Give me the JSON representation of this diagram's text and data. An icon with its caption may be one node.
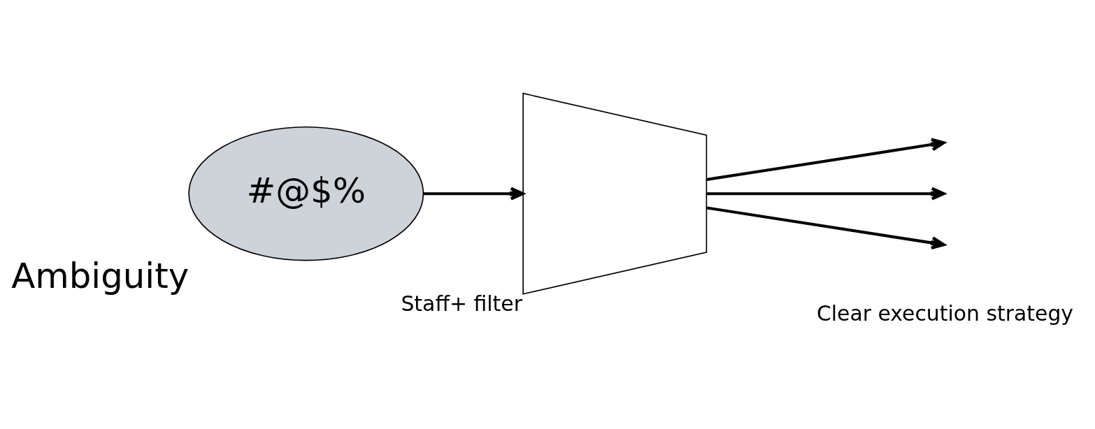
{
  "diagram": {
    "nodes": [
      {
        "text": [
          "#@$%"
        ],
        "beside": [
          "Ambiguity"
        ]
      },
      {
        "text": [],
        "shape": "funnel",
        "beside": [
          "Staff+ filter"
        ]
      }
    ],
    "edges": [
      {
        "from": 0,
        "to": 1,
        "arrow": "to"
      },
      {
        "from": 1,
        "to": null,
        "arrow": "to"
      },
      {
        "from": 1,
        "to": null,
        "arrow": "to"
      },
      {
        "from": 1,
        "to": null,
        "arrow": "to"
      }
    ],
    "labels": [
      "Clear execution strategy"
    ]
  }
}
